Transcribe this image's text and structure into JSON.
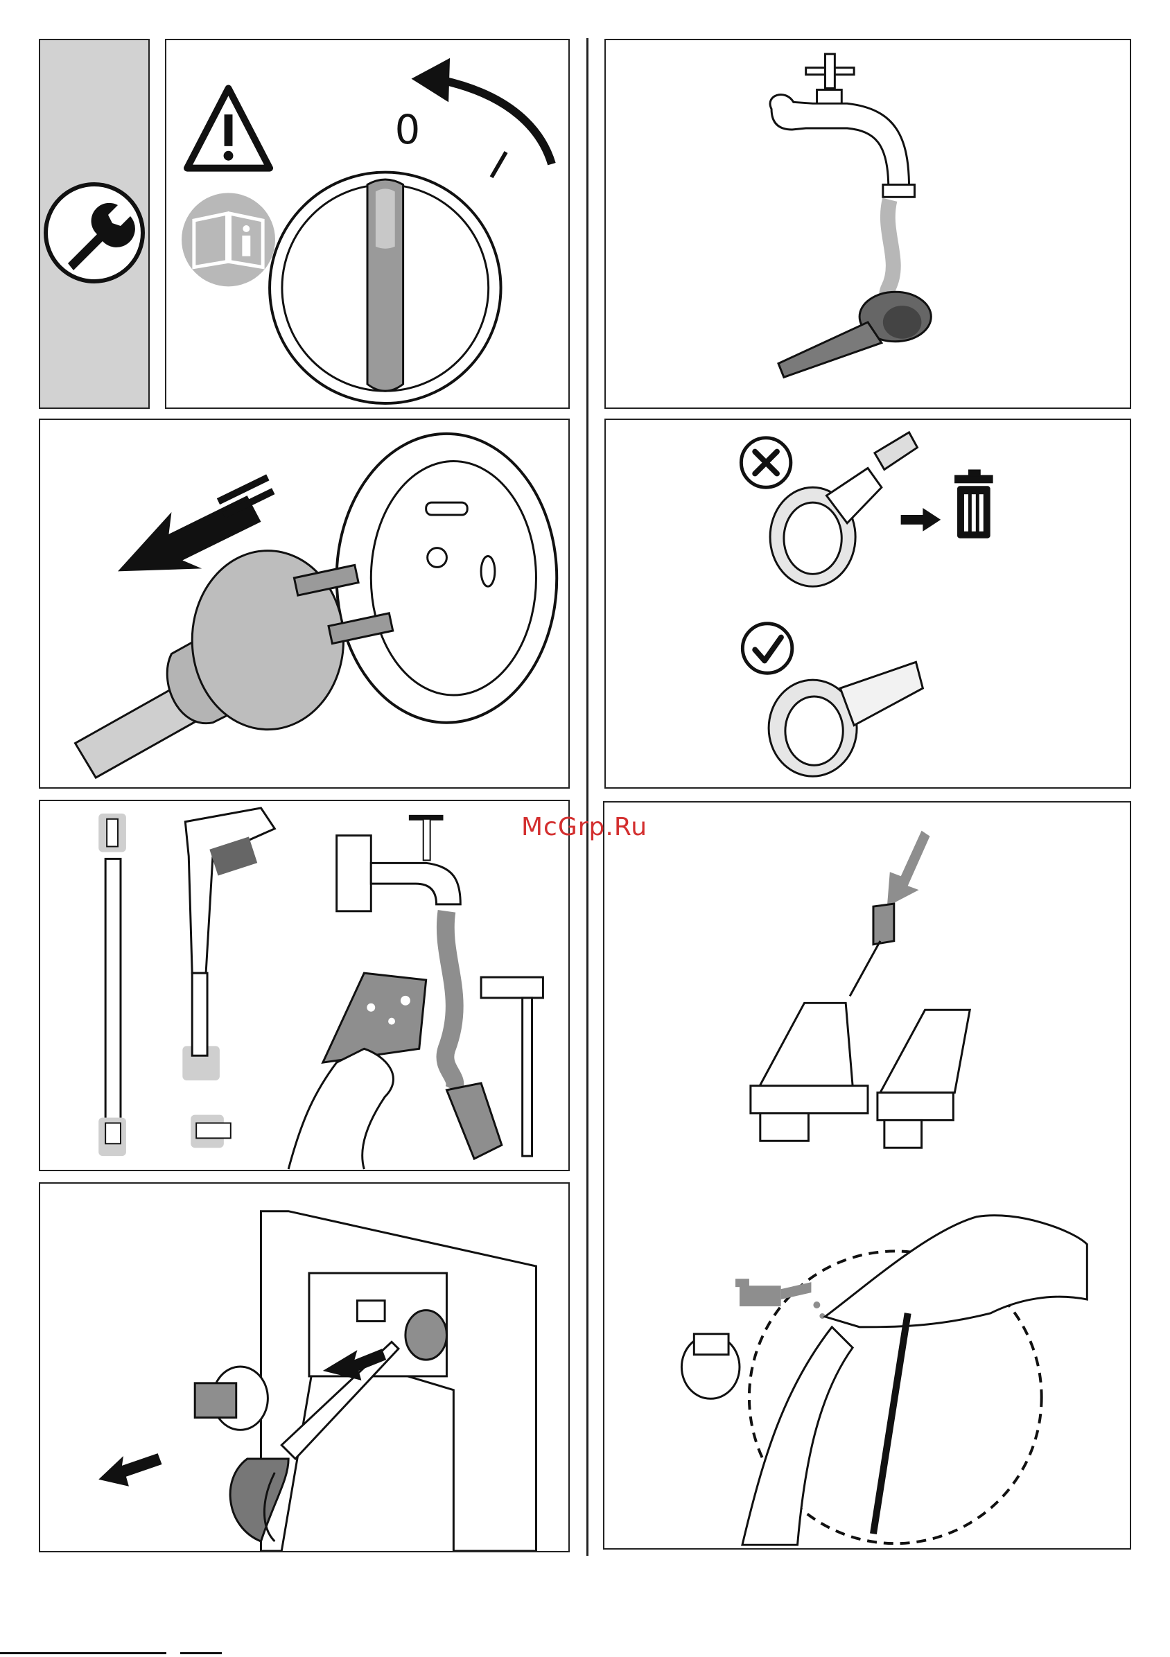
{
  "watermark": {
    "text": "McGrp.Ru",
    "color": "#d32f2f"
  },
  "dial": {
    "label_off": "0",
    "label_on": "I"
  },
  "colors": {
    "stroke": "#222222",
    "gray_fill": "#cfcfcf",
    "mid_gray": "#8e8e8e",
    "dark_gray": "#555555"
  },
  "icons": [
    "wrench-icon",
    "warning-triangle-icon",
    "manual-info-icon",
    "rotate-arrow-icon",
    "faucet-icon",
    "cross-circle-icon",
    "check-circle-icon",
    "trash-icon",
    "oil-can-icon"
  ]
}
